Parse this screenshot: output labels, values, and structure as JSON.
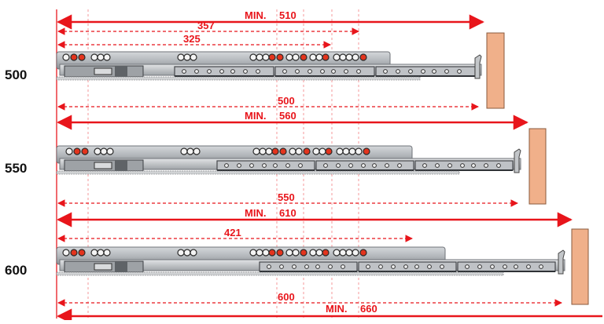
{
  "colors": {
    "dimension": "#e8151b",
    "rail_dark": "#6f7378",
    "rail_mid": "#a9adb2",
    "rail_light": "#c9ccd0",
    "hole_red": "#e3341d",
    "hole_grey": "#d8dadc",
    "panel": "#f0b08a",
    "text_dark": "#111111"
  },
  "groups": [
    {
      "size_label": "500",
      "min_label": "MIN.",
      "min_value": "510",
      "dims": [
        {
          "label": "357"
        },
        {
          "label": "325"
        }
      ],
      "length_label": "500"
    },
    {
      "size_label": "550",
      "min_label": "MIN.",
      "min_value": "560",
      "dims": [],
      "length_label": "550"
    },
    {
      "size_label": "600",
      "min_label": "MIN.",
      "min_value": "610",
      "dims": [
        {
          "label": "421"
        }
      ],
      "length_label": "600"
    }
  ],
  "footer": {
    "min_label": "MIN.",
    "min_value": "660"
  }
}
